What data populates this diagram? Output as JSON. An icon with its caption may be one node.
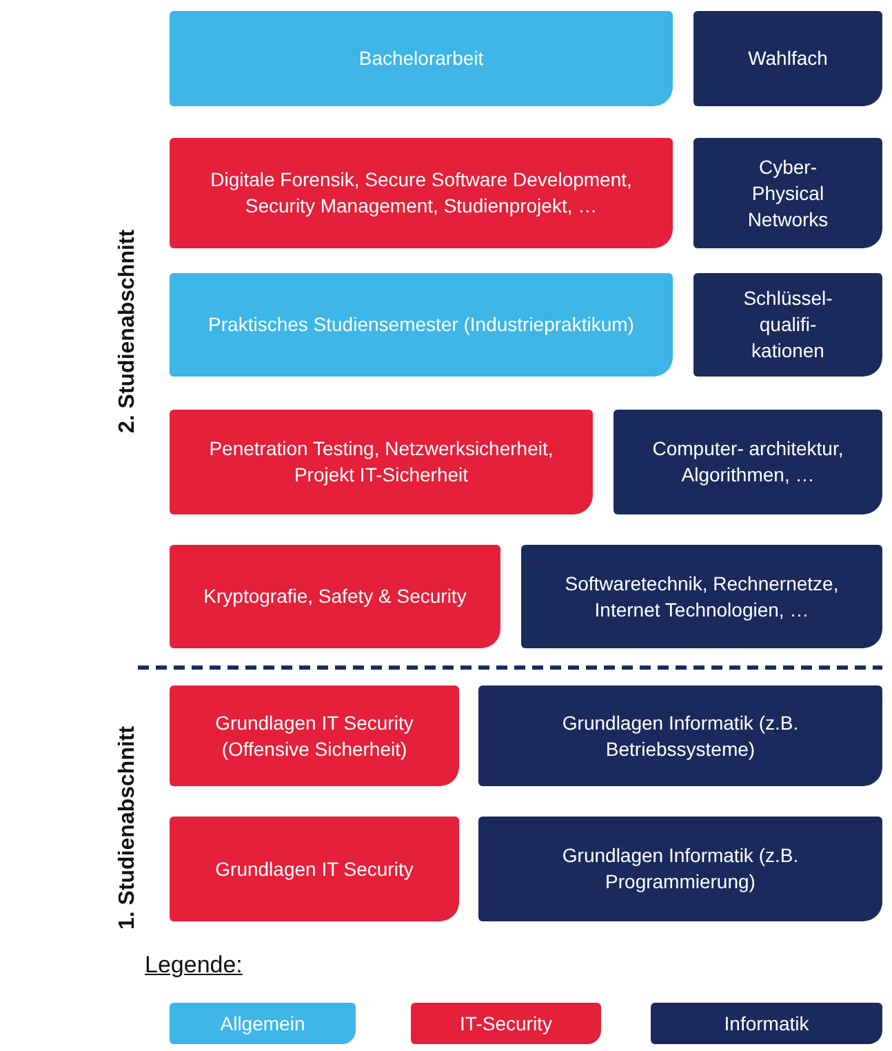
{
  "diagram": {
    "nodes": [
      {
        "text": [
          "Bachelorarbeit"
        ]
      },
      {
        "text": [
          "Wahlfach"
        ]
      },
      {
        "text": [
          "Digitale Forensik, Secure Software Development, Security Management, Studienprojekt, …"
        ]
      },
      {
        "text": [
          "Cyber- Physical Networks"
        ]
      },
      {
        "text": [
          "Praktisches Studiensemester (Industriepraktikum)"
        ]
      },
      {
        "text": [
          "Schlüssel- qualifi- kationen"
        ]
      },
      {
        "text": [
          "Penetration Testing, Netzwerksicherheit, Projekt IT-Sicherheit"
        ]
      },
      {
        "text": [
          "Computer- architektur, Algorithmen, …"
        ]
      },
      {
        "text": [
          "Kryptografie, Safety & Security"
        ]
      },
      {
        "text": [
          "Softwaretechnik, Rechnernetze, Internet Technologien, …"
        ]
      },
      {
        "text": [
          "Grundlagen IT Security (Offensive Sicherheit)"
        ]
      },
      {
        "text": [
          "Grundlagen Informatik (z.B. Betriebssysteme)"
        ]
      },
      {
        "text": [
          "Grundlagen IT Security"
        ]
      },
      {
        "text": [
          "Grundlagen Informatik (z.B. Programmierung)"
        ]
      }
    ],
    "edges": [],
    "labels": [
      "2. Studienabschnitt",
      "1. Studienabschnitt",
      "Legende:"
    ],
    "legend": [
      {
        "text": "Allgemein",
        "color": "#3db5e6"
      },
      {
        "text": "IT-Security",
        "color": "#e5203a"
      },
      {
        "text": "Informatik",
        "color": "#1b2a5c"
      }
    ]
  }
}
